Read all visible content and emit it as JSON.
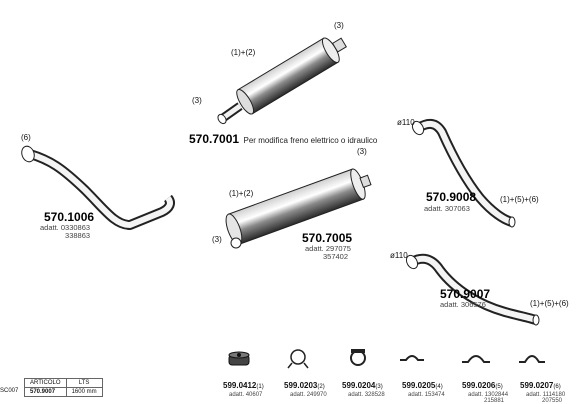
{
  "diagram": {
    "series_code": "SC007",
    "parts": {
      "muffler_top": {
        "code": "570.7001",
        "note": "Per modifica freno elettrico o idraulico",
        "callout_top": "(3)",
        "callout_left": "(1)+(2)",
        "callout_pipe": "(3)"
      },
      "front_pipe": {
        "code": "570.1006",
        "adatt_label": "adatt.",
        "refs": [
          "0330863",
          "338863"
        ],
        "callout": "(6)"
      },
      "muffler_mid": {
        "code": "570.7005",
        "adatt_label": "adatt.",
        "refs": [
          "297075",
          "357402"
        ],
        "callout_top": "(3)",
        "callout_left": "(1)+(2)",
        "callout_pipe": "(3)"
      },
      "tail_upper": {
        "code": "570.9008",
        "adatt_label": "adatt.",
        "refs": [
          "307063"
        ],
        "diameter": "ø110",
        "callout": "(1)+(5)+(6)"
      },
      "tail_lower": {
        "code": "570.9007",
        "adatt_label": "adatt.",
        "refs": [
          "306576"
        ],
        "diameter": "ø110",
        "callout": "(1)+(5)+(6)"
      }
    },
    "accessories": [
      {
        "code": "599.0412",
        "sup": "(1)",
        "adatt": [
          "40607"
        ],
        "icon": "rubber-mount-icon"
      },
      {
        "code": "599.0203",
        "sup": "(2)",
        "adatt": [
          "249970"
        ],
        "icon": "spring-clamp-icon"
      },
      {
        "code": "599.0204",
        "sup": "(3)",
        "adatt": [
          "328528"
        ],
        "icon": "band-clamp-icon"
      },
      {
        "code": "599.0205",
        "sup": "(4)",
        "adatt": [
          "153474"
        ],
        "icon": "bracket-icon"
      },
      {
        "code": "599.0206",
        "sup": "(5)",
        "adatt": [
          "1302844",
          "215881"
        ],
        "icon": "bracket-icon"
      },
      {
        "code": "599.0207",
        "sup": "(6)",
        "adatt": [
          "1114180",
          "207550"
        ],
        "icon": "bracket-icon"
      }
    ],
    "table": {
      "headers": [
        "ARTICOLO",
        "LTS"
      ],
      "row": [
        "570.9007",
        "1600 mm"
      ]
    }
  }
}
